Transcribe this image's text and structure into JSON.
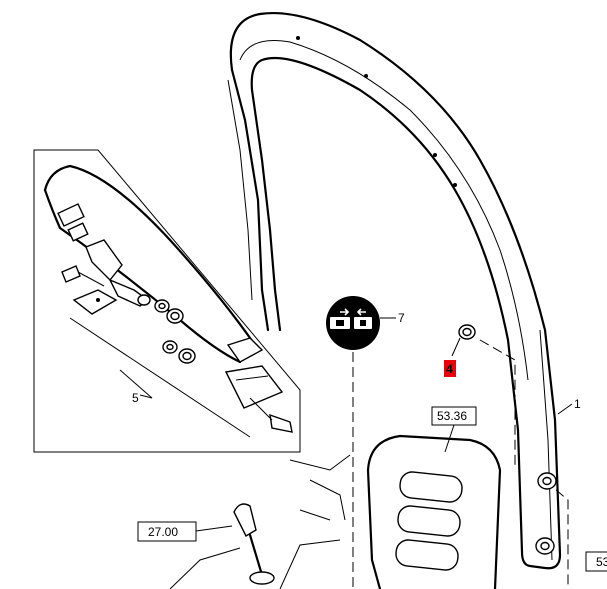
{
  "callouts": {
    "frame": "1",
    "nut": "4",
    "belt": "5",
    "sticker": "7"
  },
  "refs": {
    "seat": "53.36",
    "lever": "27.00",
    "edge": "53"
  },
  "colors": {
    "highlight": "#e8000b",
    "ink": "#000000"
  },
  "icons": {
    "seatbelt_sticker": "seatbelt-buckle-icon"
  }
}
